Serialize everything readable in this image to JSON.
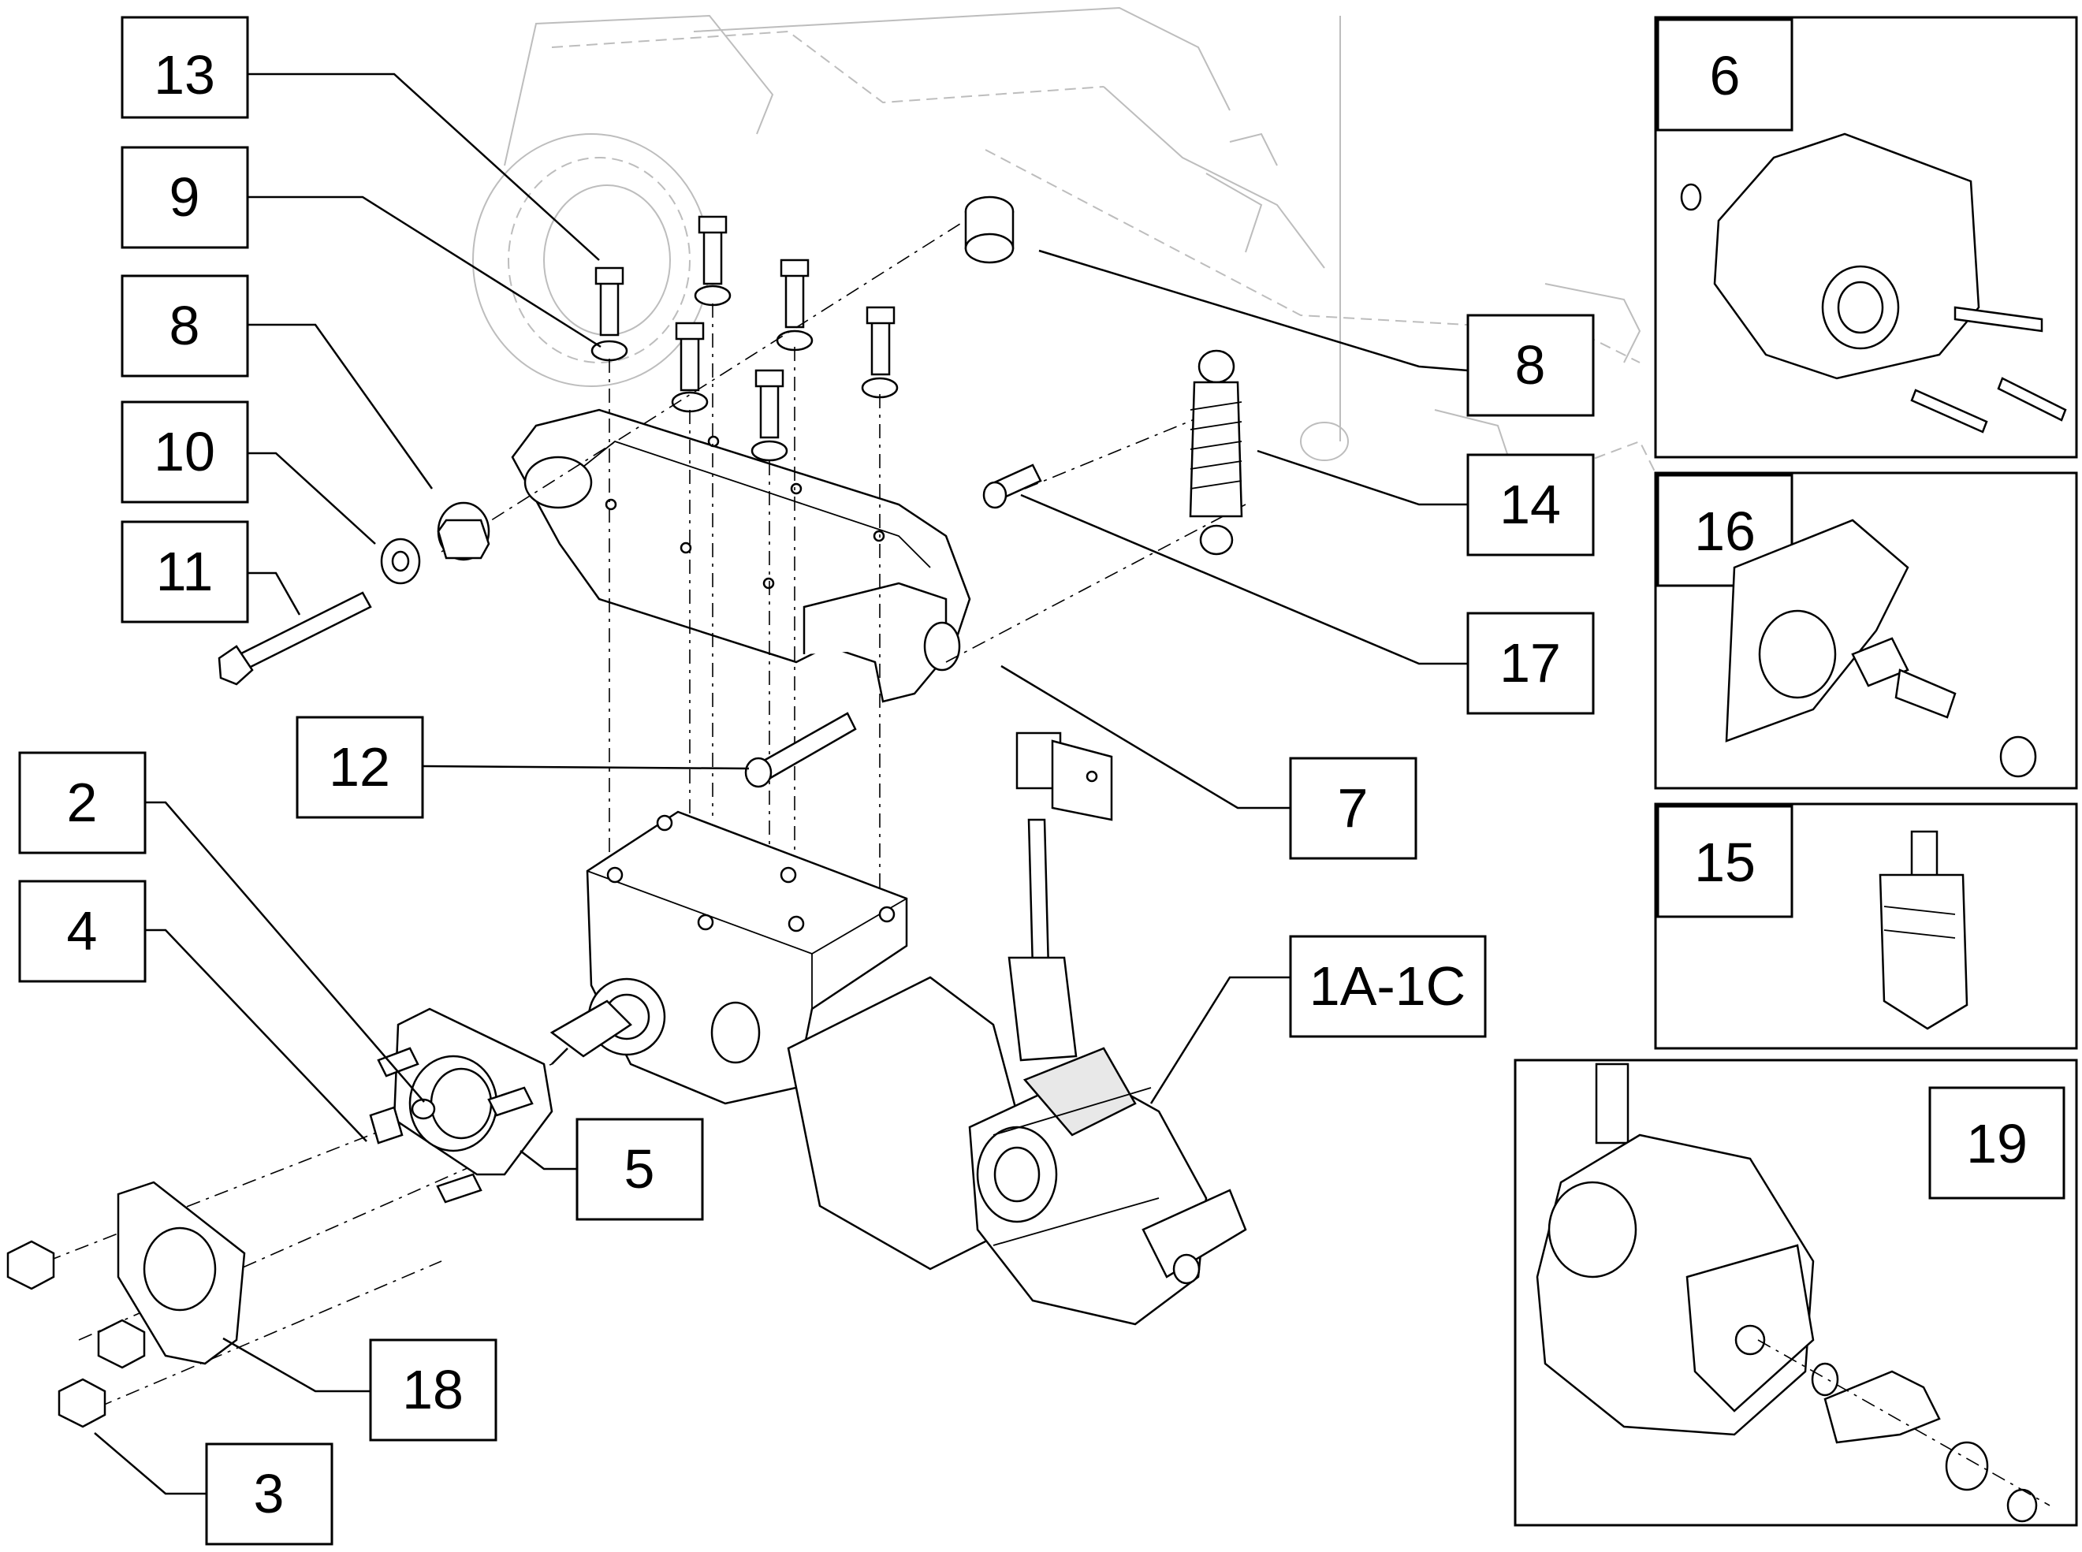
{
  "callouts": {
    "c13": "13",
    "c9": "9",
    "c8a": "8",
    "c10": "10",
    "c11": "11",
    "c12": "12",
    "c2": "2",
    "c4": "4",
    "c5": "5",
    "c18": "18",
    "c3": "3",
    "c8b": "8",
    "c14": "14",
    "c17": "17",
    "c7": "7",
    "c1": "1A-1C",
    "c6": "6",
    "c16": "16",
    "c15": "15",
    "c19": "19"
  }
}
